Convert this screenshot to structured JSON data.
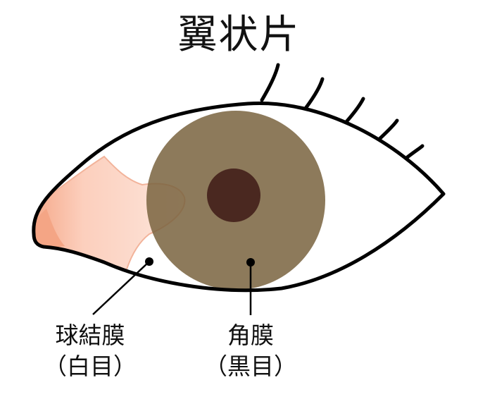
{
  "title": "翼状片",
  "labels": {
    "conjunctiva": {
      "line1": "球結膜",
      "line2": "（白目）"
    },
    "cornea": {
      "line1": "角膜",
      "line2": "（黒目）"
    }
  },
  "colors": {
    "outline": "#000000",
    "sclera": "#ffffff",
    "iris": "#7a6440",
    "pupil": "#4a2820",
    "pterygium_light": "#fde6dc",
    "pterygium_dark": "#f4a585",
    "pterygium_edge": "#f2b39a"
  }
}
